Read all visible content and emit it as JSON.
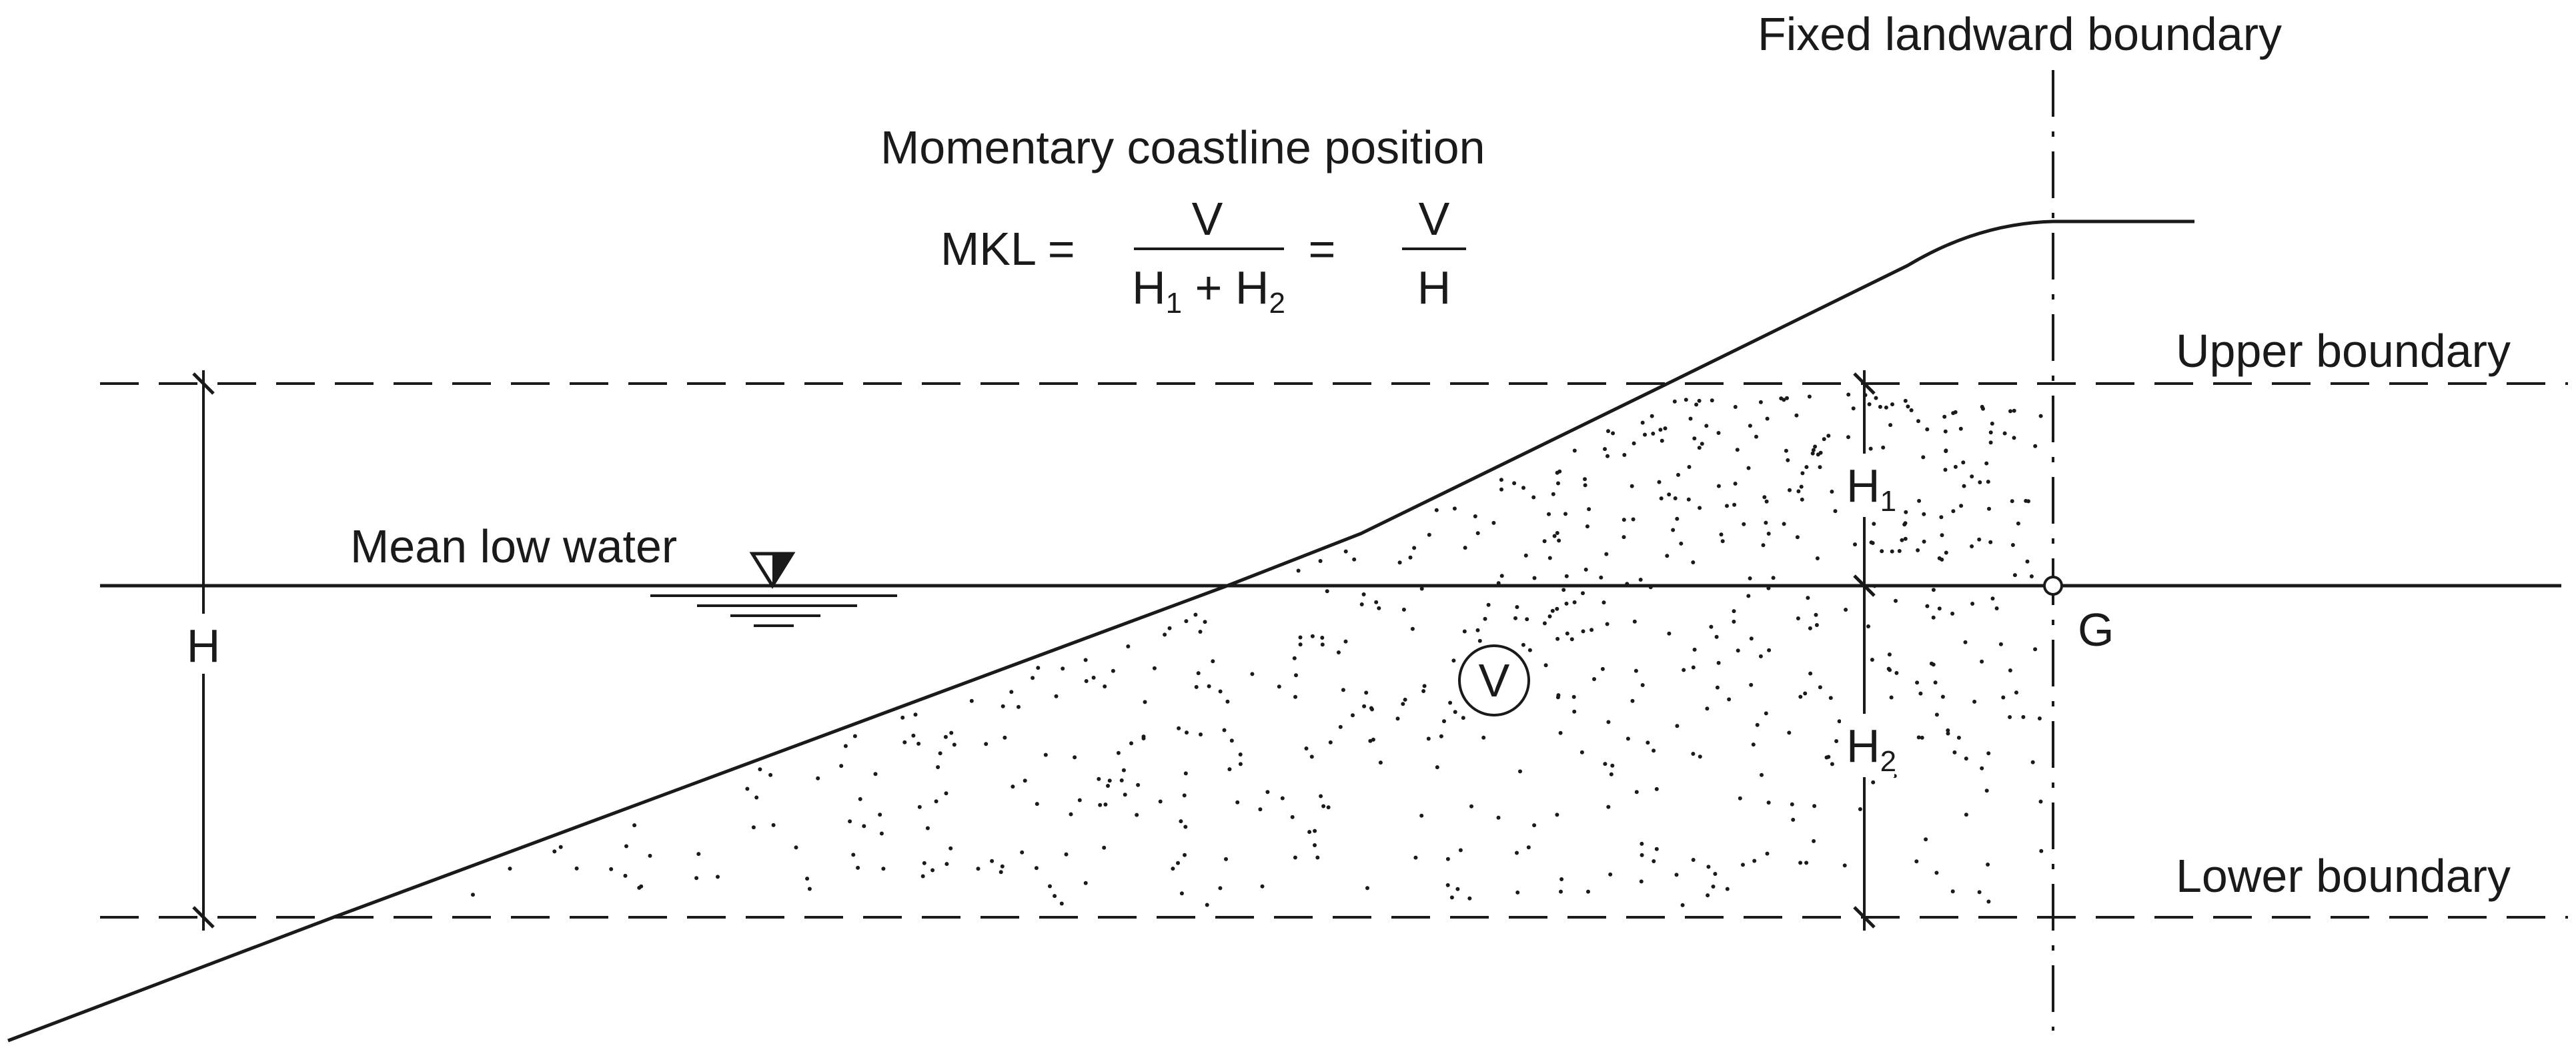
{
  "diagram": {
    "labels": {
      "fixed_landward_boundary": "Fixed landward boundary",
      "momentary_coastline_position": "Momentary coastline position",
      "upper_boundary": "Upper boundary",
      "lower_boundary": "Lower boundary",
      "mean_low_water": "Mean low water",
      "h_total": "H",
      "h1_main": "H",
      "h1_sub": "1",
      "h2_main": "H",
      "h2_sub": "2",
      "volume": "V",
      "point_g": "G"
    },
    "formula": {
      "lhs": "MKL =",
      "frac1_numerator": "V",
      "frac1_den_h1": "H",
      "frac1_den_h1_sub": "1",
      "frac1_den_plus": " + ",
      "frac1_den_h2": "H",
      "frac1_den_h2_sub": "2",
      "equals": "=",
      "frac2_numerator": "V",
      "frac2_denominator": "H"
    }
  }
}
